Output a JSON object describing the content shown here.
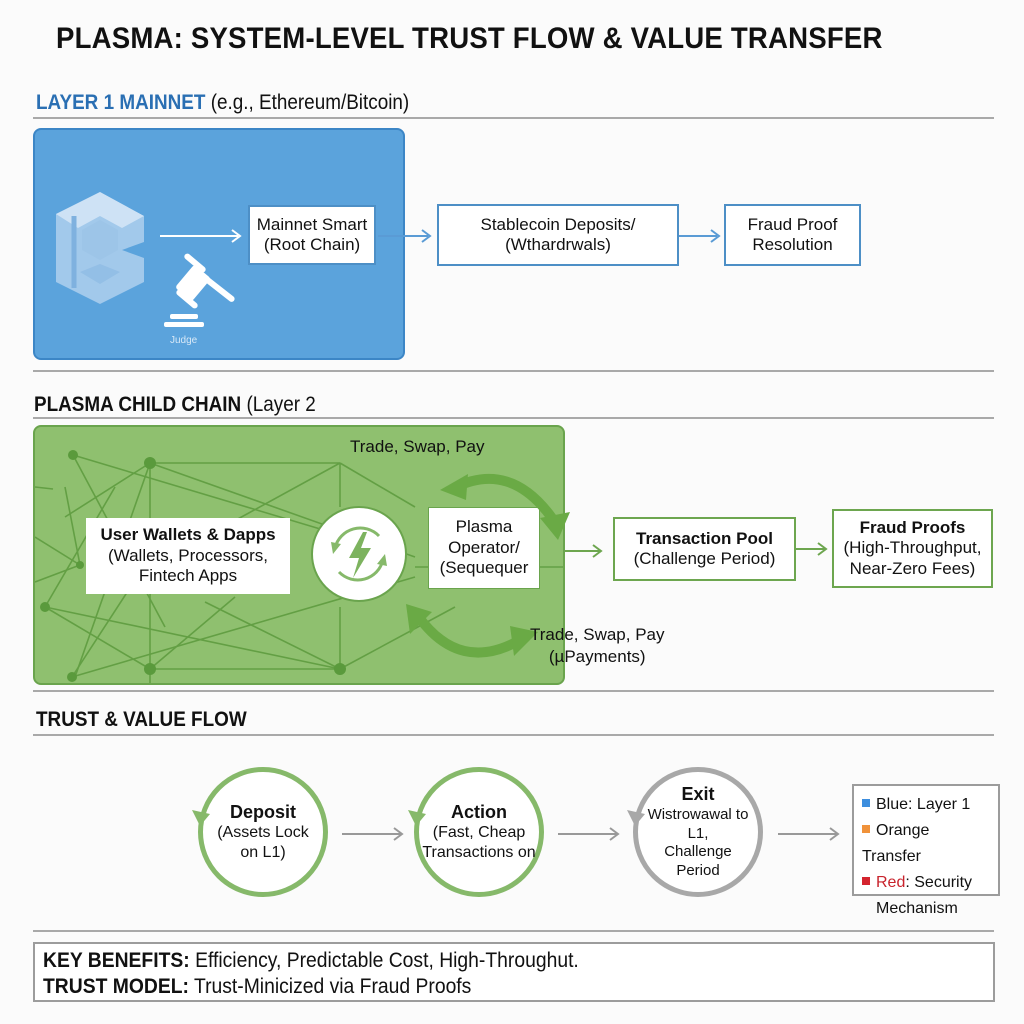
{
  "title": "PLASMA: SYSTEM-LEVEL TRUST FLOW & VALUE TRANSFER",
  "layer1": {
    "heading_bold": "LAYER 1 MAINNET",
    "heading_rest": " (e.g., Ethereum/Bitcoin)",
    "heading_color": "#2a6fb3",
    "panel_color": "#5ba3dc",
    "judge_label": "Judge",
    "icons": [
      "blockchain-cube-icon",
      "gavel-icon"
    ],
    "boxes": [
      {
        "line1": "Mainnet Smart",
        "line2": "(Root Chain)"
      },
      {
        "line1": "Stablecoin Deposits/",
        "line2": "(Wthardrwals)"
      },
      {
        "line1": "Fraud Proof",
        "line2": "Resolution"
      }
    ]
  },
  "layer2": {
    "heading_bold": "PLASMA CHILD CHAIN",
    "heading_rest": " (Layer 2",
    "panel_color": "#8fc06f",
    "wallets_box": {
      "title": "User Wallets & Dapps",
      "line2": "(Wallets, Processors,",
      "line3": "Fintech Apps"
    },
    "hub_icon": "lightning-refresh-icon",
    "operator_box": {
      "line1": "Plasma",
      "line2": "Operator/",
      "line3": "(Sequequer"
    },
    "label_top": "Trade, Swap, Pay",
    "label_bottom_1": "Trade, Swap, Pay",
    "label_bottom_2": "(µPayments)",
    "pool_box": {
      "title": "Transaction Pool",
      "line2": "(Challenge Period)"
    },
    "fraud_box": {
      "title": "Fraud Proofs",
      "line2": "(High-Throughput,",
      "line3": "Near-Zero Fees)"
    }
  },
  "flow": {
    "heading": "TRUST & VALUE FLOW",
    "steps": [
      {
        "title": "Deposit",
        "line2": "(Assets Lock",
        "line3": "on L1)"
      },
      {
        "title": "Action",
        "line2": "(Fast, Cheap",
        "line3": "Transactions on"
      },
      {
        "title": "Exit",
        "line2": "Wistrowawal to L1,",
        "line3": "Challenge",
        "line4": "Period"
      }
    ],
    "legend": [
      {
        "label": "Blue: Layer 1",
        "color": "#3d8ede"
      },
      {
        "label": "Orange Transfer",
        "color": "#f0923a"
      },
      {
        "label_colored": "Red",
        "label_rest": ": Security",
        "line2": "Mechanism",
        "color": "#d4242e"
      }
    ]
  },
  "footer": {
    "benefits_label": "KEY BENEFITS:",
    "benefits_text": " Efficiency, Predictable Cost, High-Throughut.",
    "trust_label": "TRUST MODEL:",
    "trust_text": " Trust-Minicized via Fraud Proofs"
  }
}
